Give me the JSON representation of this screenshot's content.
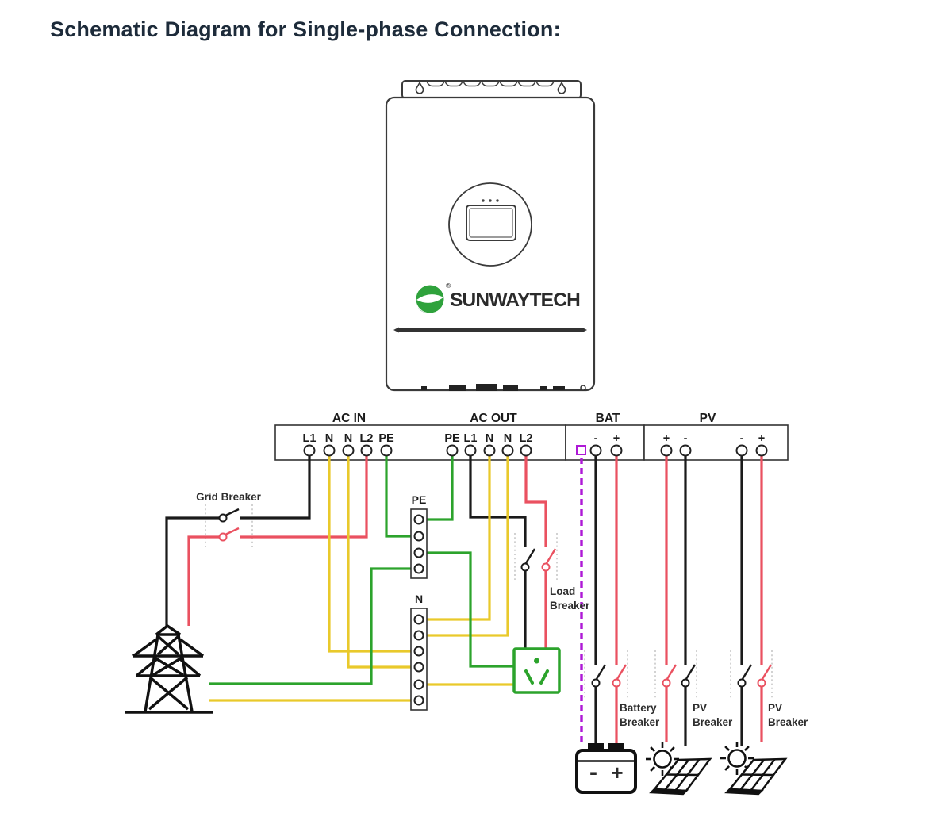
{
  "page": {
    "title": "Schematic Diagram for Single-phase Connection:"
  },
  "inverter": {
    "brand": "SUNWAYTECH",
    "reg_mark": "®"
  },
  "strip": {
    "sections": [
      {
        "label": "AC IN",
        "terminals": [
          "L1",
          "N",
          "N",
          "L2",
          "PE"
        ]
      },
      {
        "label": "AC OUT",
        "terminals": [
          "PE",
          "L1",
          "N",
          "N",
          "L2"
        ]
      },
      {
        "label": "BAT",
        "terminals": [
          "-",
          "+"
        ]
      },
      {
        "label": "PV",
        "terminals": [
          "+",
          "-",
          "-",
          "+"
        ]
      }
    ]
  },
  "busbars": {
    "pe_label": "PE",
    "n_label": "N"
  },
  "breakers": {
    "grid": "Grid Breaker",
    "load": [
      "Load",
      "Breaker"
    ],
    "battery": [
      "Battery",
      "Breaker"
    ],
    "pv1": [
      "PV",
      "Breaker"
    ],
    "pv2": [
      "PV",
      "Breaker"
    ]
  },
  "battery": {
    "minus": "-",
    "plus": "+"
  },
  "colors": {
    "title_color": "#1d2b3a",
    "outline": "#3a3a3a",
    "wire_black": "#1a1a1a",
    "wire_yellow": "#e9c92b",
    "wire_red": "#ea5160",
    "wire_green": "#2ca32c",
    "comm_purple": "#ae19d6",
    "logo_green": "#2fa23c"
  }
}
